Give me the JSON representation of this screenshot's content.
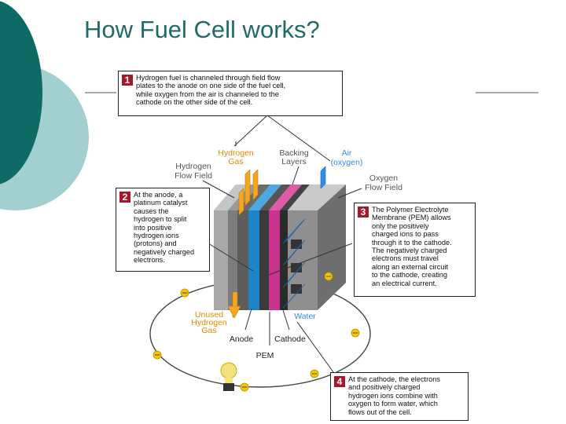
{
  "slide": {
    "title": "How Fuel Cell works?",
    "theme_colors": {
      "dark_teal": "#0d6a64",
      "light_teal": "#a2cfcf",
      "title": "#1f6b6a",
      "callout_number_bg": "#a5182b"
    }
  },
  "diagram": {
    "labels": {
      "hydrogen_gas": [
        "Hydrogen",
        "Gas"
      ],
      "backing_layers": [
        "Backing",
        "Layers"
      ],
      "air": [
        "Air",
        "(oxygen)"
      ],
      "hydrogen_flow_field": [
        "Hydrogen",
        "Flow Field"
      ],
      "oxygen_flow_field": [
        "Oxygen",
        "Flow Field"
      ],
      "unused_hydrogen": [
        "Unused",
        "Hydrogen",
        "Gas"
      ],
      "water": "Water",
      "anode": "Anode",
      "cathode": "Cathode",
      "pem": "PEM"
    },
    "callouts": [
      {
        "number": "1",
        "lines": [
          "Hydrogen fuel is channeled through field flow",
          "plates to the anode on one side of the fuel cell,",
          "while oxygen from the air is channeled to the",
          "cathode on the other side of the cell."
        ]
      },
      {
        "number": "2",
        "lines": [
          "At the anode, a",
          "platinum catalyst",
          "causes the",
          "hydrogen to split",
          "into positive",
          "hydrogen ions",
          "(protons) and",
          "negatively charged",
          "electrons."
        ]
      },
      {
        "number": "3",
        "lines": [
          "The Polymer Electrolyte",
          "Membrane (PEM) allows",
          "only the positively",
          "charged ions to pass",
          "through it to the cathode.",
          "The negatively charged",
          "electrons must travel",
          "along an external circuit",
          "to the cathode, creating",
          "an electrical current."
        ]
      },
      {
        "number": "4",
        "lines": [
          "At the cathode, the electrons",
          "and positively charged",
          "hydrogen ions combine with",
          "oxygen to form water, which",
          "flows out of the cell."
        ]
      }
    ],
    "colors": {
      "hydrogen": "#f5a623",
      "oxygen": "#2f8fe8",
      "pem_blue": "#1e84c8",
      "pem_magenta": "#c8348c",
      "electron": "#f7c500"
    }
  }
}
